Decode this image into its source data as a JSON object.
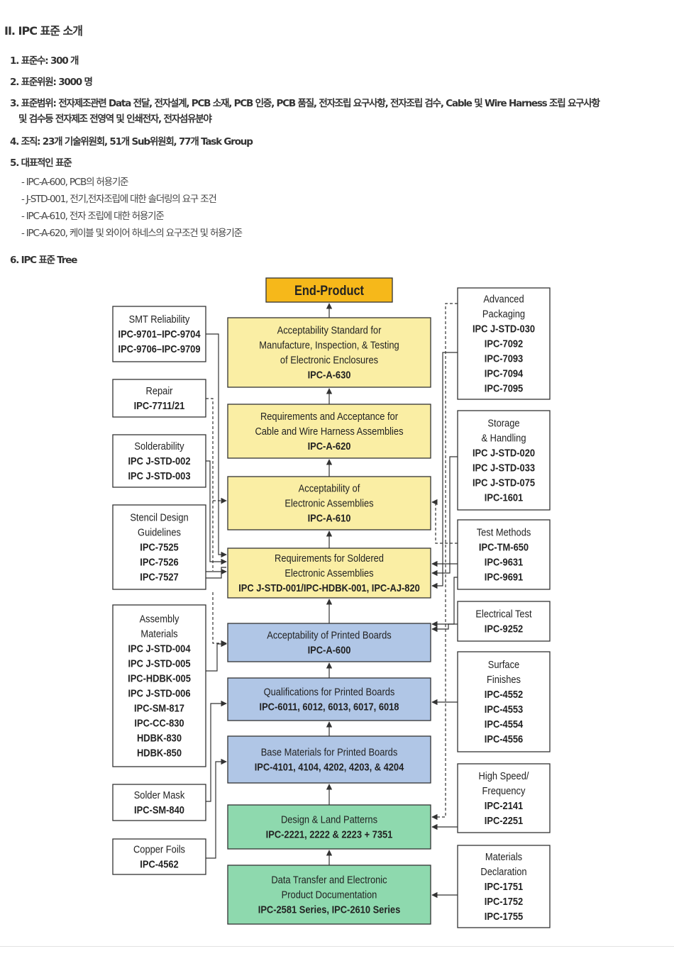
{
  "heading": "II. IPC 표준 소개",
  "items": [
    {
      "text": "1. 표준수: 300 개"
    },
    {
      "text": "2. 표준위원: 3000 명"
    },
    {
      "text": "3. 표준범위: 전자제조관련 Data 전달, 전자설계, PCB 소재, PCB 인증, PCB 품질, 전자조립 요구사항, 전자조립 검수, Cable 및 Wire Harness 조립 요구사항"
    },
    {
      "text": "및 검수등 전자제조 전영역 및 인쇄전자, 전자섬유분야"
    },
    {
      "text": "4. 조직: 23개 기술위원회, 51개 Sub위원회, 77개 Task Group"
    },
    {
      "text": "5. 대표적인 표준"
    }
  ],
  "representative_standards": [
    "- IPC-A-600, PCB의 허용기준",
    "- J-STD-001, 전기,전자조립에 대한 솔더링의 요구 조건",
    "- IPC-A-610, 전자 조립에 대한 허용기준",
    "- IPC-A-620, 케이블 및 와이어 하네스의 요구조건 및 허용기준"
  ],
  "tree_title": "6. IPC 표준 Tree",
  "colors": {
    "orange": "#f6b81a",
    "yellow": "#faeea4",
    "blue": "#b0c6e6",
    "green": "#8ed9ae",
    "border": "#333333"
  },
  "tree": {
    "end_product": "End-Product",
    "center": [
      {
        "lines": [
          "Acceptability Standard for",
          "Manufacture, Inspection, & Testing",
          "of Electronic Enclosures"
        ],
        "code": "IPC-A-630",
        "color": "yellow"
      },
      {
        "lines": [
          "Requirements and Acceptance for",
          "Cable and Wire Harness Assemblies"
        ],
        "code": "IPC-A-620",
        "color": "yellow"
      },
      {
        "lines": [
          "Acceptability of",
          "Electronic Assemblies"
        ],
        "code": "IPC-A-610",
        "color": "yellow"
      },
      {
        "lines": [
          "Requirements for Soldered",
          "Electronic Assemblies"
        ],
        "code": "IPC J-STD-001/IPC-HDBK-001, IPC-AJ-820",
        "color": "yellow"
      },
      {
        "lines": [
          "Acceptability of Printed Boards"
        ],
        "code": "IPC-A-600",
        "color": "blue"
      },
      {
        "lines": [
          "Qualifications for Printed Boards"
        ],
        "code": "IPC-6011, 6012, 6013, 6017, 6018",
        "color": "blue"
      },
      {
        "lines": [
          "Base Materials for Printed Boards"
        ],
        "code": "IPC-4101, 4104, 4202, 4203, & 4204",
        "color": "blue"
      },
      {
        "lines": [
          "Design & Land Patterns"
        ],
        "code": "IPC-2221, 2222 & 2223 + 7351",
        "color": "green"
      },
      {
        "lines": [
          "Data Transfer and Electronic",
          "Product Documentation"
        ],
        "code": "IPC-2581 Series, IPC-2610 Series",
        "color": "green"
      }
    ],
    "left": [
      {
        "title": [
          "SMT Reliability"
        ],
        "codes": [
          "IPC-9701–IPC-9704",
          "IPC-9706–IPC-9709"
        ]
      },
      {
        "title": [
          "Repair"
        ],
        "codes": [
          "IPC-7711/21"
        ]
      },
      {
        "title": [
          "Solderability"
        ],
        "codes": [
          "IPC J-STD-002",
          "IPC J-STD-003"
        ]
      },
      {
        "title": [
          "Stencil Design",
          "Guidelines"
        ],
        "codes": [
          "IPC-7525",
          "IPC-7526",
          "IPC-7527"
        ]
      },
      {
        "title": [
          "Assembly",
          "Materials"
        ],
        "codes": [
          "IPC J-STD-004",
          "IPC J-STD-005",
          "IPC-HDBK-005",
          "IPC J-STD-006",
          "IPC-SM-817",
          "IPC-CC-830",
          "HDBK-830",
          "HDBK-850"
        ]
      },
      {
        "title": [
          "Solder Mask"
        ],
        "codes": [
          "IPC-SM-840"
        ]
      },
      {
        "title": [
          "Copper Foils"
        ],
        "codes": [
          "IPC-4562"
        ]
      }
    ],
    "right": [
      {
        "title": [
          "Advanced",
          "Packaging"
        ],
        "codes": [
          "IPC J-STD-030",
          "IPC-7092",
          "IPC-7093",
          "IPC-7094",
          "IPC-7095"
        ]
      },
      {
        "title": [
          "Storage",
          "& Handling"
        ],
        "codes": [
          "IPC J-STD-020",
          "IPC J-STD-033",
          "IPC J-STD-075",
          "IPC-1601"
        ]
      },
      {
        "title": [
          "Test Methods"
        ],
        "codes": [
          "IPC-TM-650",
          "IPC-9631",
          "IPC-9691"
        ]
      },
      {
        "title": [
          "Electrical Test"
        ],
        "codes": [
          "IPC-9252"
        ]
      },
      {
        "title": [
          "Surface",
          "Finishes"
        ],
        "codes": [
          "IPC-4552",
          "IPC-4553",
          "IPC-4554",
          "IPC-4556"
        ]
      },
      {
        "title": [
          "High Speed/",
          "Frequency"
        ],
        "codes": [
          "IPC-2141",
          "IPC-2251"
        ]
      },
      {
        "title": [
          "Materials",
          "Declaration"
        ],
        "codes": [
          "IPC-1751",
          "IPC-1752",
          "IPC-1755"
        ]
      }
    ]
  }
}
